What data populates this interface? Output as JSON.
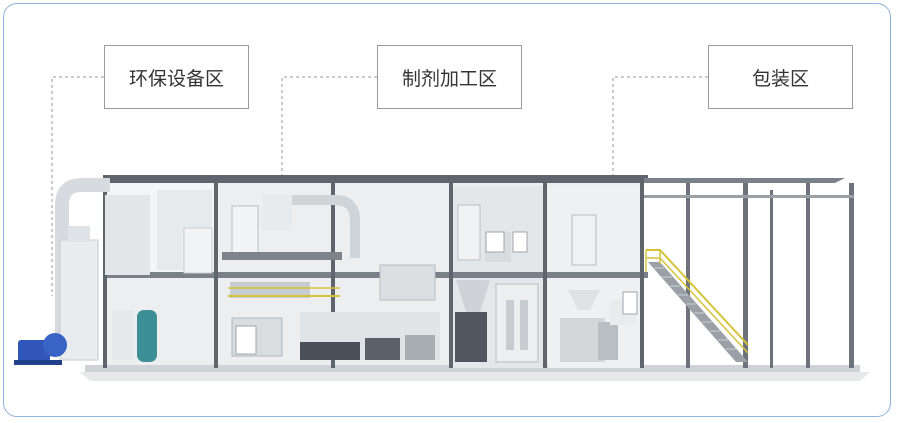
{
  "zones": {
    "environmental": "环保设备区",
    "preparation": "制剂加工区",
    "packaging": "包装区"
  },
  "colors": {
    "frame_border": "#8fb4dc",
    "steel": "#6d737a",
    "rail": "#d6c23a",
    "motor": "#2f56b8",
    "tank": "#3c8f95"
  }
}
